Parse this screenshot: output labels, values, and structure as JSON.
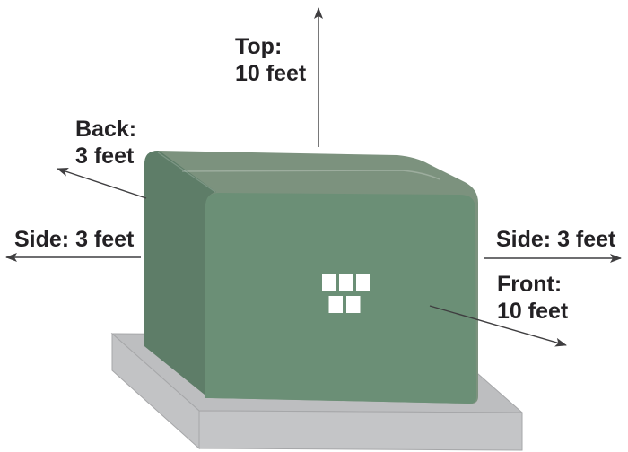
{
  "labels": {
    "top": {
      "line1": "Top:",
      "line2": "10 feet"
    },
    "back": {
      "line1": "Back:",
      "line2": "3 feet"
    },
    "side_left": {
      "text": "Side: 3 feet"
    },
    "side_right": {
      "text": "Side: 3 feet"
    },
    "front": {
      "line1": "Front:",
      "line2": "10 feet"
    }
  },
  "colors": {
    "unit_front_face": "#6B8F76",
    "unit_top_face": "#7C927E",
    "unit_side_face": "#5E7D68",
    "pad_top_face": "#BDBEC0",
    "pad_left_face": "#C2C3C5",
    "pad_front_face": "#C4C5C7",
    "pad_edge_line": "#A6A7A9",
    "arrow": "#3F3E40",
    "text": "#232124",
    "vent_square": "#FFFFFF"
  },
  "vents": {
    "count": 5,
    "rows": 2,
    "top_row": 3,
    "bottom_row": 2
  }
}
